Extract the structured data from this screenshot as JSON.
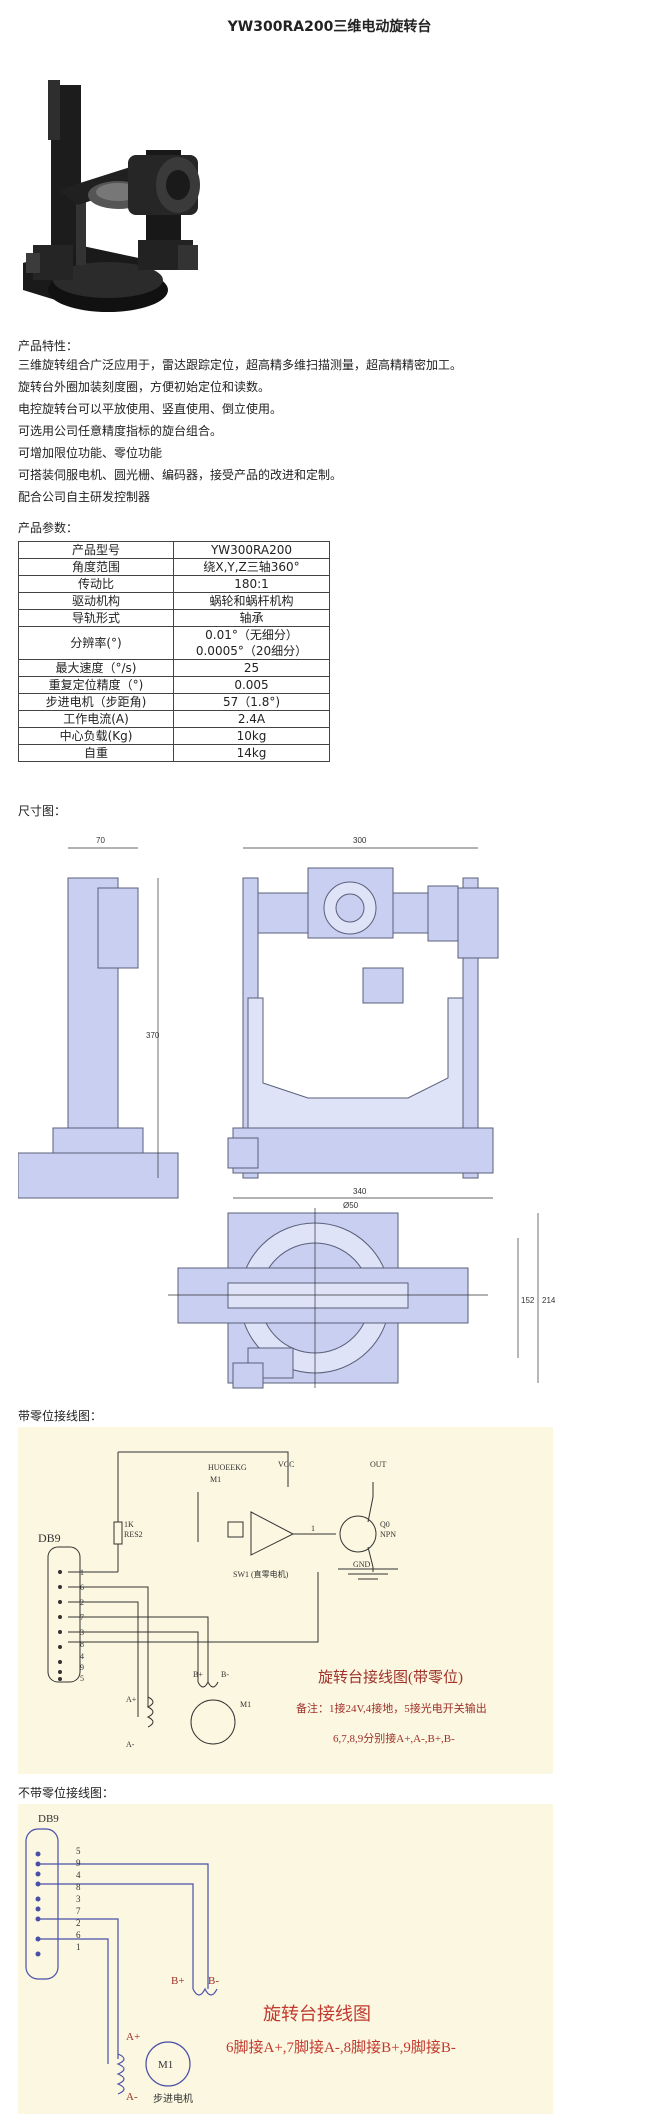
{
  "title": "YW300RA200三维电动旋转台",
  "features": {
    "heading": "产品特性：",
    "items": [
      "三维旋转组合广泛应用于，雷达跟踪定位，超高精多维扫描测量，超高精精密加工。",
      "旋转台外圈加装刻度圈，方便初始定位和读数。",
      "电控旋转台可以平放使用、竖直使用、倒立使用。",
      "可选用公司任意精度指标的旋台组合。",
      "可增加限位功能、零位功能",
      "可搭装伺服电机、圆光栅、编码器，接受产品的改进和定制。",
      "配合公司自主研发控制器"
    ]
  },
  "params": {
    "heading": "产品参数：",
    "rows": [
      {
        "k": "产品型号",
        "v": "YW300RA200"
      },
      {
        "k": "角度范围",
        "v": "绕X,Y,Z三轴360°"
      },
      {
        "k": "传动比",
        "v": "180:1"
      },
      {
        "k": "驱动机构",
        "v": "蜗轮和蜗杆机构"
      },
      {
        "k": "导轨形式",
        "v": "轴承"
      },
      {
        "k": "分辨率(°)",
        "v": "0.01°（无细分）",
        "v2": "0.0005°（20细分）"
      },
      {
        "k": "最大速度（°/s)",
        "v": "25"
      },
      {
        "k": "重复定位精度（°)",
        "v": "0.005"
      },
      {
        "k": "步进电机（步距角)",
        "v": "57（1.8°)"
      },
      {
        "k": "工作电流(A)",
        "v": "2.4A"
      },
      {
        "k": "中心负载(Kg)",
        "v": "10kg"
      },
      {
        "k": "自重",
        "v": "14kg"
      }
    ]
  },
  "dimensions": {
    "heading": "尺寸图：",
    "labels": {
      "w70": "70",
      "w300": "300",
      "h370": "370",
      "w340": "340",
      "d50": "Ø50",
      "h152": "152",
      "h214": "214"
    }
  },
  "wiring_zero": {
    "heading": "带零位接线图：",
    "labels": {
      "sensor": "HUOEEKG",
      "m1": "M1",
      "vcc": "VCC",
      "out": "OUT",
      "q0": "Q0",
      "npn": "NPN",
      "gnd": "GND",
      "one": "1",
      "res": "1K",
      "res2": "RES2",
      "db9": "DB9",
      "sw": "SW1 (直零电机)",
      "aplus": "A+",
      "aminus": "A-",
      "bplus": "B+",
      "bminus": "B-",
      "pins": [
        "1",
        "6",
        "2",
        "7",
        "3",
        "8",
        "4",
        "9",
        "5"
      ],
      "caption": "旋转台接线图(带零位)",
      "note1": "备注：1接24V,4接地，5接光电开关输出",
      "note2": "6,7,8,9分别接A+,A-,B+,B-"
    }
  },
  "wiring_nozero": {
    "heading": "不带零位接线图：",
    "labels": {
      "db9": "DB9",
      "pins": [
        "5",
        "9",
        "4",
        "8",
        "3",
        "7",
        "2",
        "6",
        "1"
      ],
      "aplus": "A+",
      "aminus": "A-",
      "bplus": "B+",
      "bminus": "B-",
      "m1": "M1",
      "motor": "步进电机",
      "caption": "旋转台接线图",
      "note": "6脚接A+,7脚接A-,8脚接B+,9脚接B-"
    }
  }
}
